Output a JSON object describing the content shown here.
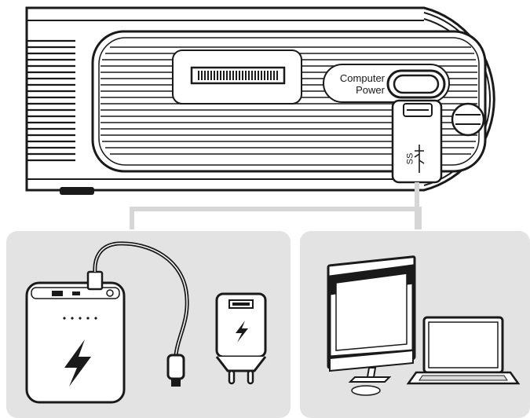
{
  "projector": {
    "port_label_line1": "Computer",
    "port_label_line2": "Power",
    "usb_plug_marking": "SS"
  },
  "power_sources": {
    "left_panel": [
      "power-bank",
      "usb-cable",
      "wall-charger"
    ],
    "right_panel": [
      "desktop-monitor",
      "laptop",
      "mouse"
    ]
  },
  "colors": {
    "panel_bg": "#e3e3e3",
    "line": "#1a1a1a",
    "connector": "#d6d6d6"
  }
}
